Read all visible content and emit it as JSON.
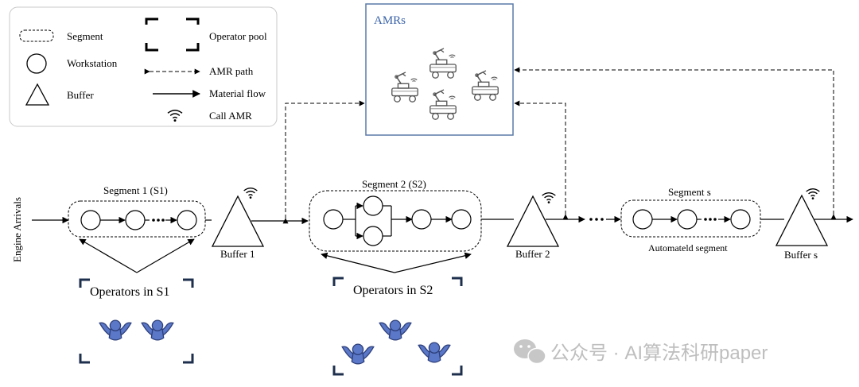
{
  "legend": {
    "segment": "Segment",
    "workstation": "Workstation",
    "buffer": "Buffer",
    "operator_pool": "Operator pool",
    "amr_path": "AMR path",
    "material_flow": "Material flow",
    "call_amr": "Call AMR"
  },
  "amrs": {
    "title": "AMRs"
  },
  "input_label": "Engine Arrivals",
  "segments": {
    "s1": "Segment 1 (S1)",
    "s2": "Segment 2 (S2)",
    "ss": "Segment s",
    "ss_sub": "Automateld segment"
  },
  "buffers": {
    "b1": "Buffer 1",
    "b2": "Buffer 2",
    "bs": "Buffer s"
  },
  "operators": {
    "s1": "Operators in S1",
    "s2": "Operators in S2"
  },
  "watermark": "公众号 · AI算法科研paper",
  "colors": {
    "amr_border": "#5a7aa8",
    "amr_title": "#3a63a8",
    "operator": "#5b78c8",
    "pool_bracket": "#1e2f4d",
    "ink": "#000000"
  }
}
